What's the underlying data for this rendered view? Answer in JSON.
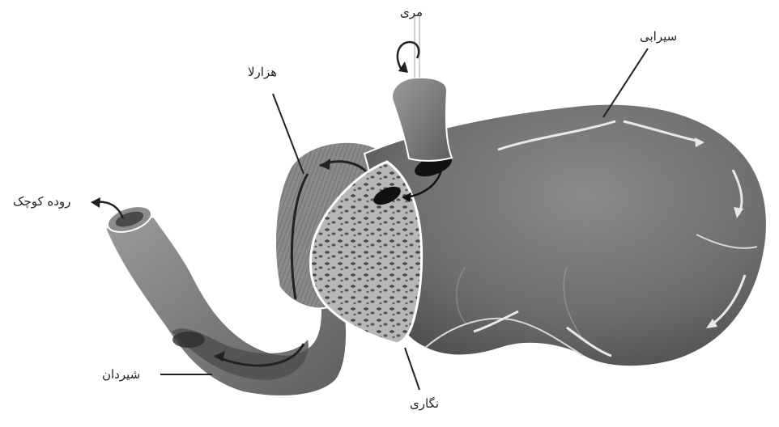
{
  "labels": {
    "esophagus": "مری",
    "rumen": "سیرابی",
    "omasum": "هزارلا",
    "small_intestine": "روده کوچک",
    "abomasum": "شیردان",
    "reticulum": "نگاری"
  }
}
